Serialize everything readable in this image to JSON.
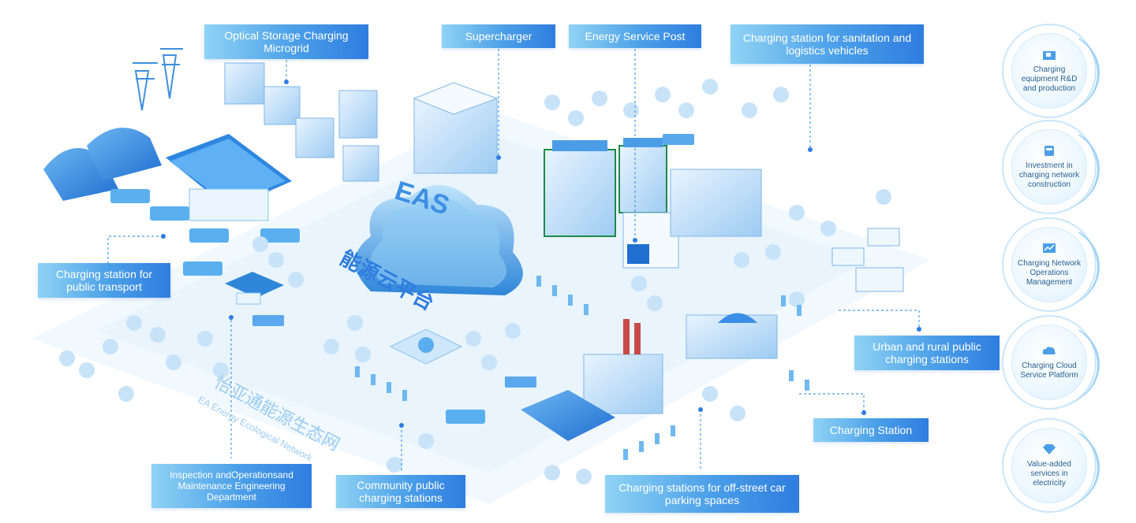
{
  "callouts": {
    "optical_storage": "Optical Storage Charging Microgrid",
    "supercharger": "Supercharger",
    "energy_service_post": "Energy Service Post",
    "sanitation_logistics": "Charging station for sanitation and logistics vehicles",
    "public_transport": "Charging station for public transport",
    "urban_rural": "Urban and rural public charging stations",
    "charging_station": "Charging Station",
    "inspection_dept": "Inspection andOperationsand Maintenance Engineering Department",
    "community": "Community public charging stations",
    "off_street": "Charging stations for off-street car parking spaces"
  },
  "center": {
    "cloud_logo": "EAS",
    "platform_cn": "能源云平台",
    "ecosystem_cn": "怡亚通能源生态网",
    "ecosystem_en": "EA Energy Ecological Network"
  },
  "services": [
    {
      "label": "Charging equipment R&D and production",
      "icon": "factory-icon"
    },
    {
      "label": "Investment in charging network construction",
      "icon": "battery-icon"
    },
    {
      "label": "Charging Network Operations Management",
      "icon": "chart-icon"
    },
    {
      "label": "Charging Cloud Service Platform",
      "icon": "cloud-icon"
    },
    {
      "label": "Value-added services in electricity",
      "icon": "diamond-icon"
    }
  ],
  "colors": {
    "accent": "#3a8ee6",
    "accent_light": "#8fd3f5",
    "ground": "#eef6fd",
    "building": "#4a9be8",
    "green_trim": "#1f8a4a"
  }
}
